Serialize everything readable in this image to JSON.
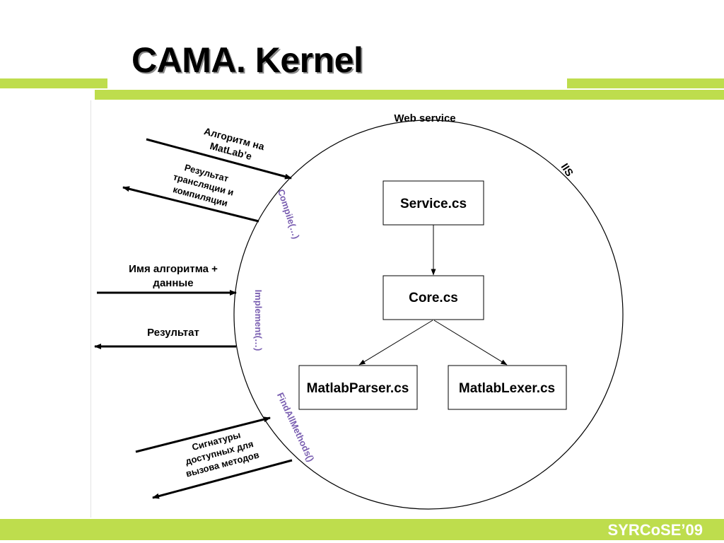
{
  "slide": {
    "title": "CAMA. Kernel",
    "footer": "SYRCoSE’09"
  },
  "colors": {
    "accent": "#bedd4d",
    "method_text": "#7a5fb1"
  },
  "diagram": {
    "container_label": "Web service",
    "host_label": "IIS",
    "components": {
      "service": "Service.cs",
      "core": "Core.cs",
      "parser": "MatlabParser.cs",
      "lexer": "MatlabLexer.cs"
    },
    "methods": {
      "compile": "Compile(…)",
      "implement": "Implement(…)",
      "find_all": "FindAllMethods()"
    },
    "flows": {
      "algorithm_in": [
        "Алгоритм на",
        "MatLab’e"
      ],
      "translation_out": [
        "Результат",
        "трансляции и",
        "компиляции"
      ],
      "name_in": [
        "Имя алгоритма +",
        "данные"
      ],
      "result_out": "Результат",
      "signatures_out": [
        "Сигнатуры",
        "доступных для",
        "вызова методов"
      ]
    }
  }
}
